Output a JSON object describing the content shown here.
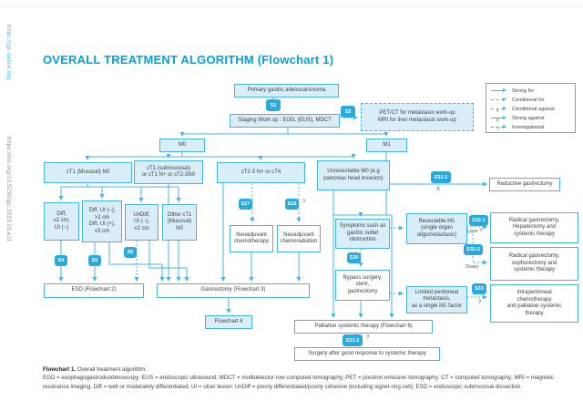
{
  "page": {
    "sidebar_site": "https://jgc-online.org",
    "sidebar_doi": "https://doi.org/10.5230/jgc.2023.23.e11",
    "title": "OVERALL TREATMENT ALGORITHM (Flowchart 1)"
  },
  "colors": {
    "accent": "#00a3da",
    "line": "#45b4e0",
    "box_fill": "#d9eef8",
    "badge": "#2aa9de"
  },
  "legend": {
    "items": [
      {
        "style": "solid",
        "marker": "",
        "label": "Strong for"
      },
      {
        "style": "dashed",
        "marker": "",
        "label": "Conditional for"
      },
      {
        "style": "dashed",
        "marker": "x",
        "label": "Conditional against"
      },
      {
        "style": "solid",
        "marker": "x",
        "label": "Strong against"
      },
      {
        "style": "dashed",
        "marker": "?",
        "label": "Investigational"
      }
    ]
  },
  "nodes": {
    "primary": "Primary gastric adenocarcinoma",
    "staging": "Staging Work up : EGD, (EUS), MDCT",
    "petct": "PET/CT for metastasis work-up\nMRI for liver metastasis work-up",
    "m0": "M0",
    "m1": "M1",
    "ct1_mucosal": "cT1 (Mucosal) N0",
    "ct1_submucosal": "cT1 (submucosal)\nor cT1 N+ or cT2-3N0",
    "ct23_ct4": "cT2-3 N+ or cT4",
    "unresectable": "Unresectable M0 (e.g\npancreas head invasion)",
    "esd_criteria_1": "Diff,\n≤2 cm,\nUI (−)",
    "esd_criteria_2": "Diff, UI (−),\n>2 cm\nDiff, UI (+),\n≤3 cm",
    "esd_criteria_3": "UnDiff,\nUI (−),\n≤2 cm",
    "esd_criteria_4": "Other cT1\n(Mucosal)\nN0",
    "esd": "ESD (Flowchart 2)",
    "gastrectomy": "Gastrectomy (Flowchart 3)",
    "flowchart4": "Flowchart 4",
    "neoadj_chemo": "Neoadjuvant\nchemotherapy",
    "neoadj_crt": "Neoadjuvant\nchemoradiation",
    "symptoms": "Symptoms such as\ngastric outlet\nobstruction",
    "bypass": "Bypass surgery,\nstent,\ngastrectomy",
    "resectable_m1": "Resectable M1\n(single organ\noligometastasis)",
    "radical_hep": "Radical gastrectomy,\nHepatectomy and\nsystemic therapy",
    "radical_ooph": "Radical gastrectomy,\noophorectomy and\nsystemic therapy",
    "limited_peritoneal": "Limited peritoneal\nmetastasis,\nas a single M1 factor",
    "intraperitoneal": "Intraperitoneal\nchemotherapy\nand palliative systemic\ntherapy",
    "reductive": "Reductive gastrectomy",
    "palliative": "Palliative systemic therapy (Flowchart 6)",
    "surgery_response": "Surgery after good response to systemic therapy"
  },
  "badges": {
    "s1": "S1",
    "s2": "S2",
    "s4": "S4",
    "s5": "S5",
    "s6": "S6",
    "s27": "S27",
    "s29": "S29",
    "s30": "S30",
    "s31_1": "S31-1",
    "s31_2": "S31-2",
    "s32_1": "S32-1",
    "s32_2": "S32-2",
    "s33": "S33"
  },
  "annotations": {
    "strong_against_mark": "X",
    "s29_mark": "?",
    "s31_2_mark": "?",
    "s33_mark": "?",
    "liver_label": "Liver ?",
    "ovary_label": "Ovary"
  },
  "caption": {
    "title_bold": "Flowchart 1.",
    "title_rest": " Overall treatment algorithm.",
    "abbreviations": "EGD = esophagogastroduodenoscopy; EUS = endoscopic ultrasound; MDCT = multidetector row computed tomography; PET = positron emission tomography; CT = computed tomography; MRI = magnetic resonance imaging; Diff = well or moderately differentiated; UI = ulcer lesion; UnDiff = poorly differentiated/poorly cohesive (including signet-ring cell); ESD = endoscopic submucosal dissection."
  }
}
